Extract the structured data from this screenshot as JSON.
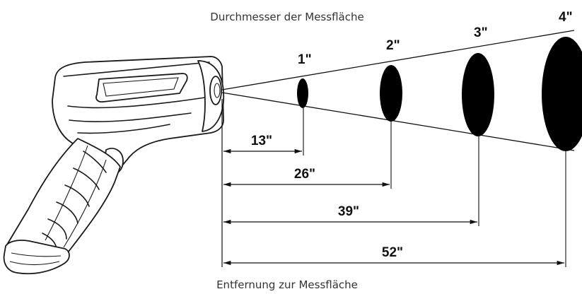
{
  "captions": {
    "top": "Durchmesser der Messfläche",
    "bottom": "Entfernung zur Messfläche"
  },
  "spots": [
    {
      "diameter_label": "1\"",
      "distance_label": "13\""
    },
    {
      "diameter_label": "2\"",
      "distance_label": "26\""
    },
    {
      "diameter_label": "3\"",
      "distance_label": "39\""
    },
    {
      "diameter_label": "4\"",
      "distance_label": "52\""
    }
  ],
  "colors": {
    "ink": "#111111",
    "caption": "#333333"
  },
  "icons": {
    "device": "infrared-thermometer-icon"
  }
}
